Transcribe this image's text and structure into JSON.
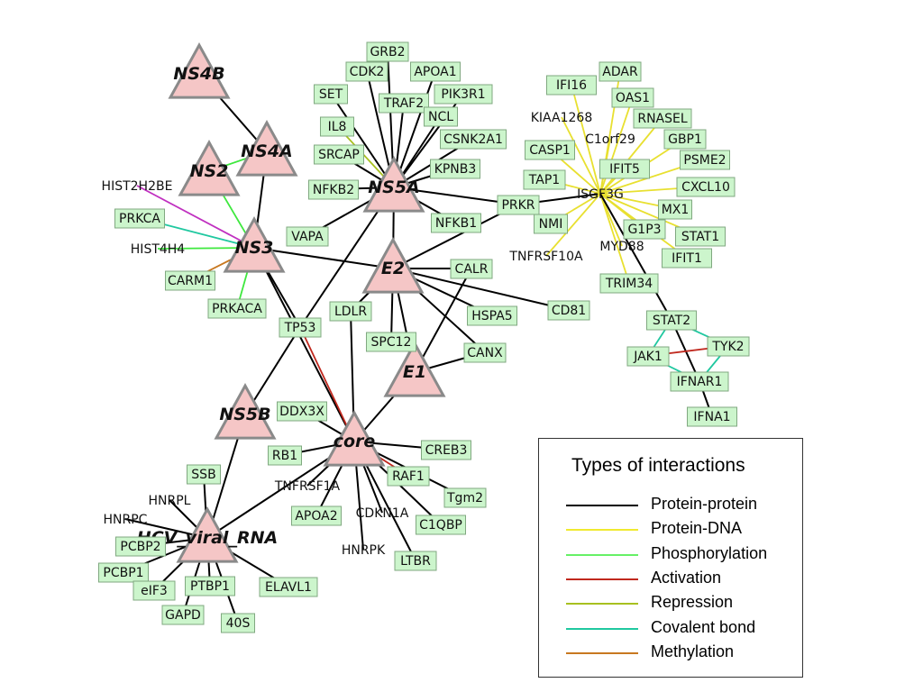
{
  "virus_nodes": [
    {
      "id": "NS4B",
      "label": "NS4B"
    },
    {
      "id": "NS4A",
      "label": "NS4A"
    },
    {
      "id": "NS2",
      "label": "NS2"
    },
    {
      "id": "NS3",
      "label": "NS3"
    },
    {
      "id": "NS5A",
      "label": "NS5A"
    },
    {
      "id": "E2",
      "label": "E2"
    },
    {
      "id": "E1",
      "label": "E1"
    },
    {
      "id": "NS5B",
      "label": "NS5B"
    },
    {
      "id": "core",
      "label": "core"
    },
    {
      "id": "HCV",
      "label": "HCV_viral_RNA"
    }
  ],
  "protein_nodes": [
    "GRB2",
    "CDK2",
    "APOA1",
    "SET",
    "TRAF2",
    "PIK3R1",
    "IL8",
    "NCL",
    "CSNK2A1",
    "SRCAP",
    "KPNB3",
    "NFKB2",
    "NFKB1",
    "PRKR",
    "NMI",
    "VAPA",
    "HIST2H2BE",
    "PRKCA",
    "HIST4H4",
    "CARM1",
    "PRKACA",
    "TP53",
    "LDLR",
    "CALR",
    "CD81",
    "HSPA5",
    "CANX",
    "SPC12",
    "DDX3X",
    "RB1",
    "CREB3",
    "TNFRSF1A",
    "RAF1",
    "Tgm2",
    "APOA2",
    "CDKN1A",
    "C1QBP",
    "HNRPK",
    "LTBR",
    "SSB",
    "HNRPL",
    "HNRPC",
    "PCBP2",
    "PCBP1",
    "eIF3",
    "PTBP1",
    "ELAVL1",
    "GAPD",
    "40S",
    "ADAR",
    "IFI16",
    "OAS1",
    "KIAA1268",
    "RNASEL",
    "C1orf29",
    "CASP1",
    "GBP1",
    "IFIT5",
    "PSME2",
    "TAP1",
    "ISGF3G",
    "CXCL10",
    "MX1",
    "G1P3",
    "STAT1",
    "TNFRSF10A",
    "MYD88",
    "IFIT1",
    "TRIM34",
    "STAT2",
    "JAK1",
    "TYK2",
    "IFNAR1",
    "IFNA1"
  ],
  "edges": [
    [
      "NS4B",
      "NS4A",
      "protein-protein"
    ],
    [
      "NS4A",
      "NS2",
      "phosphorylation"
    ],
    [
      "NS4A",
      "NS3",
      "protein-protein"
    ],
    [
      "NS2",
      "NS3",
      "phosphorylation"
    ],
    [
      "HIST2H2BE",
      "NS3",
      "magenta"
    ],
    [
      "PRKCA",
      "NS3",
      "covalent"
    ],
    [
      "HIST4H4",
      "NS3",
      "phosphorylation"
    ],
    [
      "CARM1",
      "NS3",
      "methylation"
    ],
    [
      "PRKACA",
      "NS3",
      "phosphorylation"
    ],
    [
      "NS3",
      "E2",
      "protein-protein"
    ],
    [
      "NS3",
      "TP53",
      "protein-protein"
    ],
    [
      "NS3",
      "core",
      "protein-protein"
    ],
    [
      "NS5A",
      "GRB2",
      "protein-protein"
    ],
    [
      "NS5A",
      "CDK2",
      "protein-protein"
    ],
    [
      "NS5A",
      "APOA1",
      "protein-protein"
    ],
    [
      "NS5A",
      "SET",
      "protein-protein"
    ],
    [
      "NS5A",
      "TRAF2",
      "protein-protein"
    ],
    [
      "NS5A",
      "PIK3R1",
      "protein-protein"
    ],
    [
      "NS5A",
      "IL8",
      "repression"
    ],
    [
      "NS5A",
      "NCL",
      "protein-protein"
    ],
    [
      "NS5A",
      "CSNK2A1",
      "protein-protein"
    ],
    [
      "NS5A",
      "SRCAP",
      "protein-protein"
    ],
    [
      "NS5A",
      "KPNB3",
      "protein-protein"
    ],
    [
      "NS5A",
      "NFKB2",
      "protein-protein"
    ],
    [
      "NS5A",
      "NFKB1",
      "protein-protein"
    ],
    [
      "NS5A",
      "PRKR",
      "protein-protein"
    ],
    [
      "NS5A",
      "VAPA",
      "protein-protein"
    ],
    [
      "NS5A",
      "E2",
      "protein-protein"
    ],
    [
      "NS5A",
      "TP53",
      "protein-protein"
    ],
    [
      "PRKR",
      "E2",
      "protein-protein"
    ],
    [
      "PRKR",
      "ISGF3G",
      "protein-protein"
    ],
    [
      "NMI",
      "ISGF3G",
      "protein-dna"
    ],
    [
      "E2",
      "CALR",
      "protein-protein"
    ],
    [
      "E2",
      "CD81",
      "protein-protein"
    ],
    [
      "E2",
      "HSPA5",
      "protein-protein"
    ],
    [
      "E2",
      "CANX",
      "protein-protein"
    ],
    [
      "E2",
      "LDLR",
      "protein-protein"
    ],
    [
      "E2",
      "SPC12",
      "protein-protein"
    ],
    [
      "E2",
      "E1",
      "protein-protein"
    ],
    [
      "E1",
      "CALR",
      "protein-protein"
    ],
    [
      "E1",
      "CANX",
      "protein-protein"
    ],
    [
      "E1",
      "core",
      "protein-protein"
    ],
    [
      "TP53",
      "core",
      "activation"
    ],
    [
      "TP53",
      "NS5B",
      "protein-protein"
    ],
    [
      "LDLR",
      "core",
      "protein-protein"
    ],
    [
      "core",
      "DDX3X",
      "protein-protein"
    ],
    [
      "core",
      "RB1",
      "protein-protein"
    ],
    [
      "core",
      "CREB3",
      "protein-protein"
    ],
    [
      "core",
      "TNFRSF1A",
      "protein-protein"
    ],
    [
      "core",
      "RAF1",
      "activation"
    ],
    [
      "core",
      "Tgm2",
      "protein-protein"
    ],
    [
      "core",
      "APOA2",
      "protein-protein"
    ],
    [
      "core",
      "CDKN1A",
      "protein-protein"
    ],
    [
      "core",
      "C1QBP",
      "protein-protein"
    ],
    [
      "core",
      "HNRPK",
      "protein-protein"
    ],
    [
      "core",
      "LTBR",
      "protein-protein"
    ],
    [
      "core",
      "HCV",
      "protein-protein"
    ],
    [
      "NS5B",
      "HCV",
      "protein-protein"
    ],
    [
      "HCV",
      "SSB",
      "protein-protein"
    ],
    [
      "HCV",
      "HNRPL",
      "protein-protein"
    ],
    [
      "HCV",
      "HNRPC",
      "protein-protein"
    ],
    [
      "HCV",
      "PCBP2",
      "protein-protein"
    ],
    [
      "HCV",
      "PCBP1",
      "protein-protein"
    ],
    [
      "HCV",
      "eIF3",
      "protein-protein"
    ],
    [
      "HCV",
      "PTBP1",
      "protein-protein"
    ],
    [
      "HCV",
      "ELAVL1",
      "protein-protein"
    ],
    [
      "HCV",
      "GAPD",
      "protein-protein"
    ],
    [
      "HCV",
      "40S",
      "protein-protein"
    ],
    [
      "ISGF3G",
      "ADAR",
      "protein-dna"
    ],
    [
      "ISGF3G",
      "IFI16",
      "protein-dna"
    ],
    [
      "ISGF3G",
      "OAS1",
      "protein-dna"
    ],
    [
      "ISGF3G",
      "KIAA1268",
      "protein-dna"
    ],
    [
      "ISGF3G",
      "RNASEL",
      "protein-dna"
    ],
    [
      "ISGF3G",
      "C1orf29",
      "protein-dna"
    ],
    [
      "ISGF3G",
      "CASP1",
      "protein-dna"
    ],
    [
      "ISGF3G",
      "GBP1",
      "protein-dna"
    ],
    [
      "ISGF3G",
      "IFIT5",
      "protein-dna"
    ],
    [
      "ISGF3G",
      "PSME2",
      "protein-dna"
    ],
    [
      "ISGF3G",
      "TAP1",
      "protein-dna"
    ],
    [
      "ISGF3G",
      "CXCL10",
      "protein-dna"
    ],
    [
      "ISGF3G",
      "MX1",
      "protein-dna"
    ],
    [
      "ISGF3G",
      "G1P3",
      "protein-dna"
    ],
    [
      "ISGF3G",
      "STAT1",
      "protein-dna"
    ],
    [
      "ISGF3G",
      "TNFRSF10A",
      "protein-dna"
    ],
    [
      "ISGF3G",
      "MYD88",
      "protein-dna"
    ],
    [
      "ISGF3G",
      "IFIT1",
      "protein-dna"
    ],
    [
      "ISGF3G",
      "TRIM34",
      "protein-dna"
    ],
    [
      "ISGF3G",
      "STAT2",
      "protein-protein"
    ],
    [
      "STAT2",
      "JAK1",
      "covalent"
    ],
    [
      "STAT2",
      "TYK2",
      "covalent"
    ],
    [
      "STAT2",
      "IFNAR1",
      "protein-protein"
    ],
    [
      "JAK1",
      "IFNAR1",
      "covalent"
    ],
    [
      "TYK2",
      "IFNAR1",
      "covalent"
    ],
    [
      "JAK1",
      "TYK2",
      "activation"
    ],
    [
      "IFNAR1",
      "IFNA1",
      "protein-protein"
    ]
  ],
  "colors": {
    "protein-protein": "#000000",
    "protein-dna": "#e8e030",
    "phosphorylation": "#3ee83e",
    "activation": "#c0281e",
    "repression": "#a8c020",
    "covalent": "#20c8a0",
    "methylation": "#c87820",
    "magenta": "#c030c0",
    "node_fill": "#ccf5cc",
    "node_stroke": "#80a880",
    "triangle_fill": "#f5c6c6",
    "triangle_stroke": "#8a8a8a"
  },
  "legend": {
    "title": "Types of interactions",
    "items": [
      {
        "label": "Protein-protein",
        "color": "#000000"
      },
      {
        "label": "Protein-DNA",
        "color": "#f0ea30"
      },
      {
        "label": "Phosphorylation",
        "color": "#66f066"
      },
      {
        "label": "Activation",
        "color": "#c0281e"
      },
      {
        "label": "Repression",
        "color": "#a8c020"
      },
      {
        "label": "Covalent bond",
        "color": "#20c8a0"
      },
      {
        "label": "Methylation",
        "color": "#c87820"
      }
    ]
  }
}
